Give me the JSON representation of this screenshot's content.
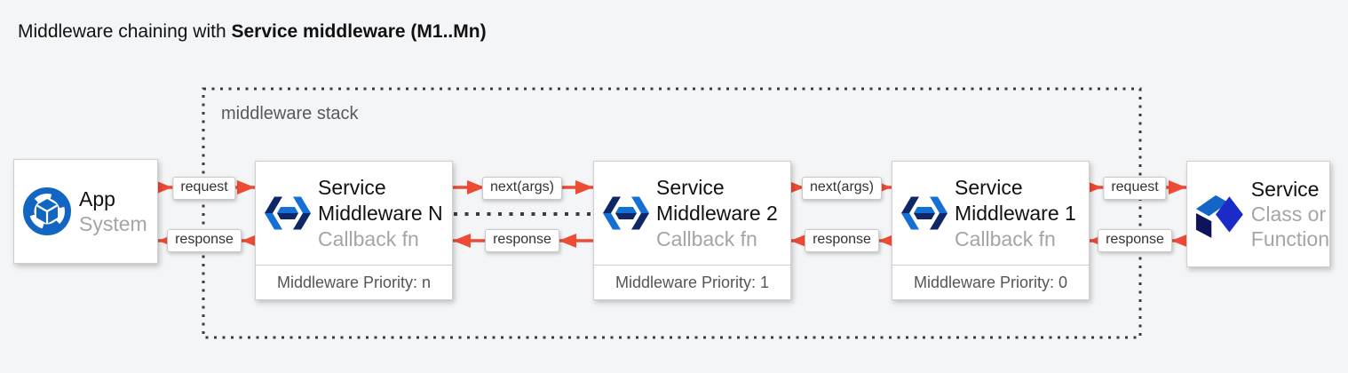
{
  "title": {
    "prefix": "Middleware chaining with ",
    "bold": "Service middleware (M1..Mn)"
  },
  "stack": {
    "label": "middleware stack"
  },
  "nodes": {
    "app": {
      "title": "App",
      "subtitle": "System",
      "icon": "app-system-icon"
    },
    "middlewares": [
      {
        "name_line1": "Service",
        "name_line2": "Middleware N",
        "subtitle": "Callback fn",
        "footer": "Middleware Priority: n",
        "icon": "middleware-icon"
      },
      {
        "name_line1": "Service",
        "name_line2": "Middleware 2",
        "subtitle": "Callback fn",
        "footer": "Middleware Priority: 1",
        "icon": "middleware-icon"
      },
      {
        "name_line1": "Service",
        "name_line2": "Middleware 1",
        "subtitle": "Callback fn",
        "footer": "Middleware Priority: 0",
        "icon": "middleware-icon"
      }
    ],
    "service": {
      "title": "Service",
      "subtitle_line1": "Class or",
      "subtitle_line2": "Function",
      "icon": "service-cube-icon"
    }
  },
  "edges": {
    "request_left": "request",
    "response_left": "response",
    "next_1": "next(args)",
    "response_mid_1": "response",
    "next_2": "next(args)",
    "response_mid_2": "response",
    "request_right": "request",
    "response_right": "response"
  },
  "colors": {
    "arrow-red": "#ee4b35",
    "brand-blue": "#1266c2",
    "navy": "#0d2767",
    "mid-blue": "#1570d6",
    "cube-top-blue": "#1465c8",
    "cube-dark-navy": "#0d1259",
    "cube-right-blue": "#1b2ac8",
    "background": "#f4f5f7",
    "dotted": "#3c3c3c"
  }
}
